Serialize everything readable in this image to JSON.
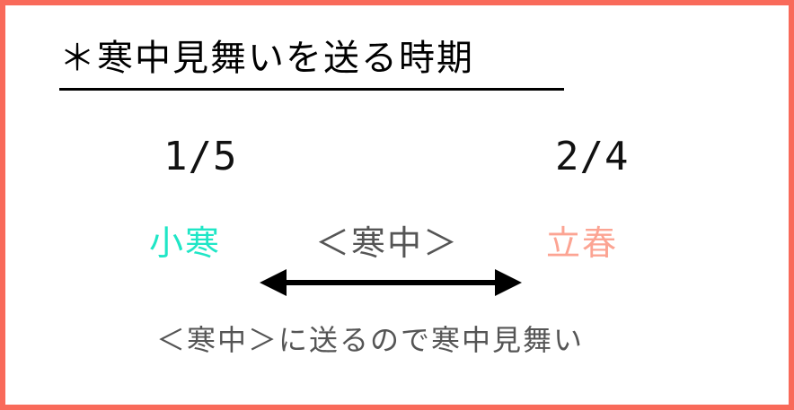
{
  "card": {
    "border_color": "#f96a5a",
    "background_color": "#ffffff"
  },
  "title": {
    "text": "＊寒中見舞いを送る時期",
    "color": "#000000",
    "underlined": true
  },
  "timeline": {
    "start_date": "1/5",
    "end_date": "2/4",
    "arrow": "double-headed-horizontal-arrow",
    "arrow_color": "#000000"
  },
  "terms": {
    "start_term": "小寒",
    "start_term_color": "#1fe6c6",
    "middle_term": "＜寒中＞",
    "middle_term_color": "#555555",
    "end_term": "立春",
    "end_term_color": "#fca493"
  },
  "caption": {
    "text": "＜寒中＞に送るので寒中見舞い",
    "color": "#555555"
  }
}
